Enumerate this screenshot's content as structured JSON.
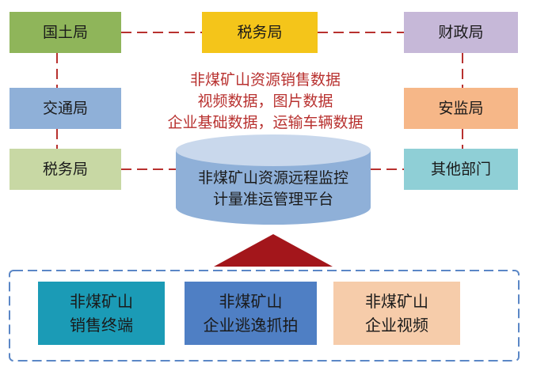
{
  "departments": {
    "guotu": "国土局",
    "shuiwu_top": "税务局",
    "caizheng": "财政局",
    "jiaotong": "交通局",
    "anjian": "安监局",
    "shuiwu_left": "税务局",
    "qita": "其他部门"
  },
  "data_types": {
    "line1": "非煤矿山资源销售数据",
    "line2": "视频数据，图片数据",
    "line3": "企业基础数据，运输车辆数据"
  },
  "platform": "非煤矿山资源远程监控\n计量准运管理平台",
  "sources": {
    "sales_terminal": "非煤矿山\n销售终端",
    "evasion_capture": "非煤矿山\n企业逃逸抓拍",
    "enterprise_video": "非煤矿山\n企业视频"
  },
  "colors": {
    "connector": "#b8312f",
    "frame": "#5b87c6",
    "cylinder_body": "#8fb0d8",
    "cylinder_top": "#c9d8ec",
    "arrow": "#a3161b"
  }
}
